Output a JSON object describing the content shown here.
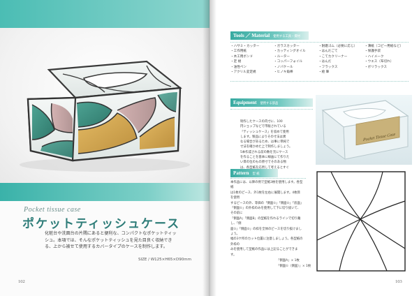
{
  "left_page": {
    "title_en": "Pocket tissue case",
    "title_jp": "ポケットティッシュケース",
    "lead_lines": [
      "化粧台や洗面台の片隅にあると便利な、コンパクトなポケットティッ",
      "シュ。本項では、そんなポケットティッシュを見た目良く収納でき",
      "る、上から被せて使用するカバータイプのケースを制作します。"
    ],
    "size": "SIZE / W125×H65×D90mm",
    "page_number": "102"
  },
  "right_page": {
    "tools": {
      "heading": "Tools ／ Material",
      "subheading": "使用する工具・資材",
      "columns": [
        [
          "・ハサミ・カッター",
          "・工作用紙",
          "・木工用ボンド",
          "・定 規",
          "・油性ペン",
          "・アクリル変定規"
        ],
        [
          "・ガラスカッター",
          "・カッティングオイル",
          "・ルーター",
          "・コッパーフォイル",
          "・ノバケール",
          "・ヒノキ角棒"
        ],
        [
          "・耐磨ゴム（必要に応じ）",
          "・はんだごて",
          "・こてカクリーナー",
          "・はんだ",
          "・フラックス",
          "・絵 筆"
        ],
        [
          "・薄紙（コピー用紙など）",
          "・保護手袋",
          "・ハイメーク",
          "・ウエス（布切れ）",
          "・ボリラックス"
        ]
      ]
    },
    "equipment": {
      "heading": "Equipment",
      "subheading": "使用する部品",
      "lines": [
        "制作したケースの内寸に、100",
        "円ショップなどで市販されている",
        "「ティッシュケース」を収めて使用",
        "します。製品によりその寸法は異",
        "なる場合があるため、は事に単純で",
        "寸法を確かめた上で制作しましょう。",
        "5本作成される前の数を元にケース",
        "を作ることを基本に線画にて作りた",
        "い目の位のもの原寸でそのある物",
        "は、各型紙を応用して考えるとすぐ",
        "となります。"
      ],
      "card_label": "Pocket Tissue Case"
    },
    "pattern": {
      "heading": "Pattern",
      "subheading": "型 紙",
      "lines": [
        "本作品には、以降の例で型紙3枚を使用します。各型紙",
        "は1枚のピース、外1枚を左右に展開します。4枚目を使用",
        "するピースの外、等価の「側面①」「側面②」「底面」",
        "「側面①」の外枠のみを使用して下に切り抜いて、その前に",
        "「側面A」「側面B」の型紙を作れるラインで切り離し、「側",
        "面①」「側面②」の枠を全体のピースを切り抜けましょう。",
        "幅の3ケ所のカット位置に注意しましょう。各型紙の外枠の",
        "みを使用して型紙の作品には上記ることができます。"
      ],
      "notes": [
        "「側面A」× 1枚",
        "「側面①（側面）」× 1枚"
      ]
    },
    "page_number": "103"
  }
}
